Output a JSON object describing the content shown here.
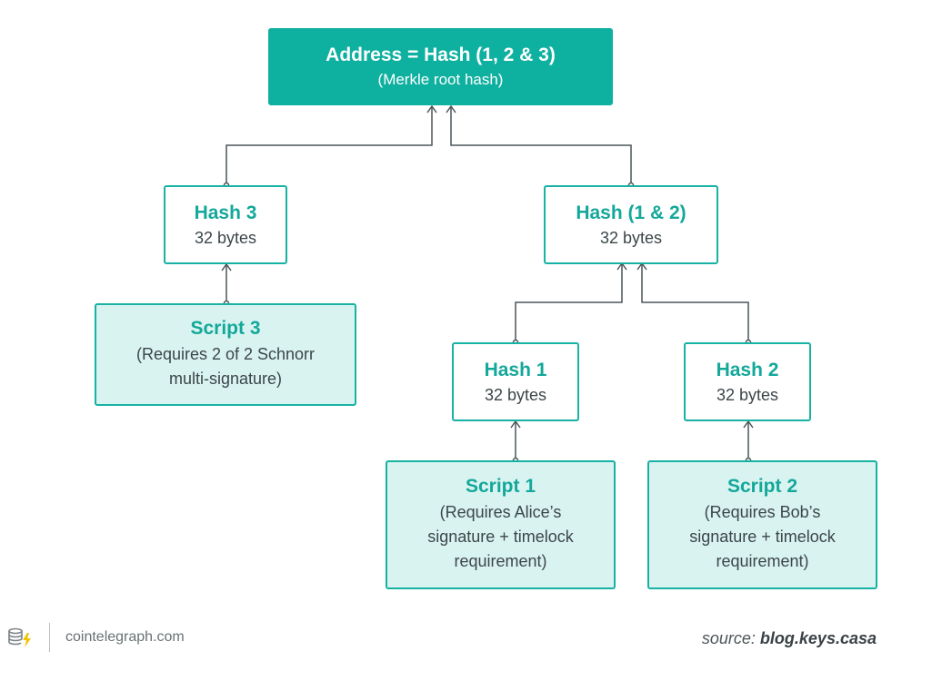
{
  "root": {
    "title": "Address = Hash (1, 2 & 3)",
    "subtitle": "(Merkle root hash)"
  },
  "hash3": {
    "title": "Hash 3",
    "subtitle": "32 bytes"
  },
  "hash12": {
    "title": "Hash (1 & 2)",
    "subtitle": "32 bytes"
  },
  "hash1": {
    "title": "Hash 1",
    "subtitle": "32 bytes"
  },
  "hash2": {
    "title": "Hash 2",
    "subtitle": "32 bytes"
  },
  "script3": {
    "title": "Script 3",
    "description": "(Requires 2 of 2 Schnorr multi-signature)"
  },
  "script1": {
    "title": "Script 1",
    "description": "(Requires Alice’s signature + timelock requirement)"
  },
  "script2": {
    "title": "Script 2",
    "description": "(Requires Bob’s signature + timelock requirement)"
  },
  "footer": {
    "site": "cointelegraph.com",
    "source_label": "source:",
    "source_value": "blog.keys.casa"
  },
  "colors": {
    "accent": "#0eb0a0",
    "script_fill": "#d9f3f1",
    "connector": "#4a5559"
  },
  "icons": {
    "logo": "cointelegraph-logo-icon",
    "connector_end": "arrow-up-icon"
  }
}
